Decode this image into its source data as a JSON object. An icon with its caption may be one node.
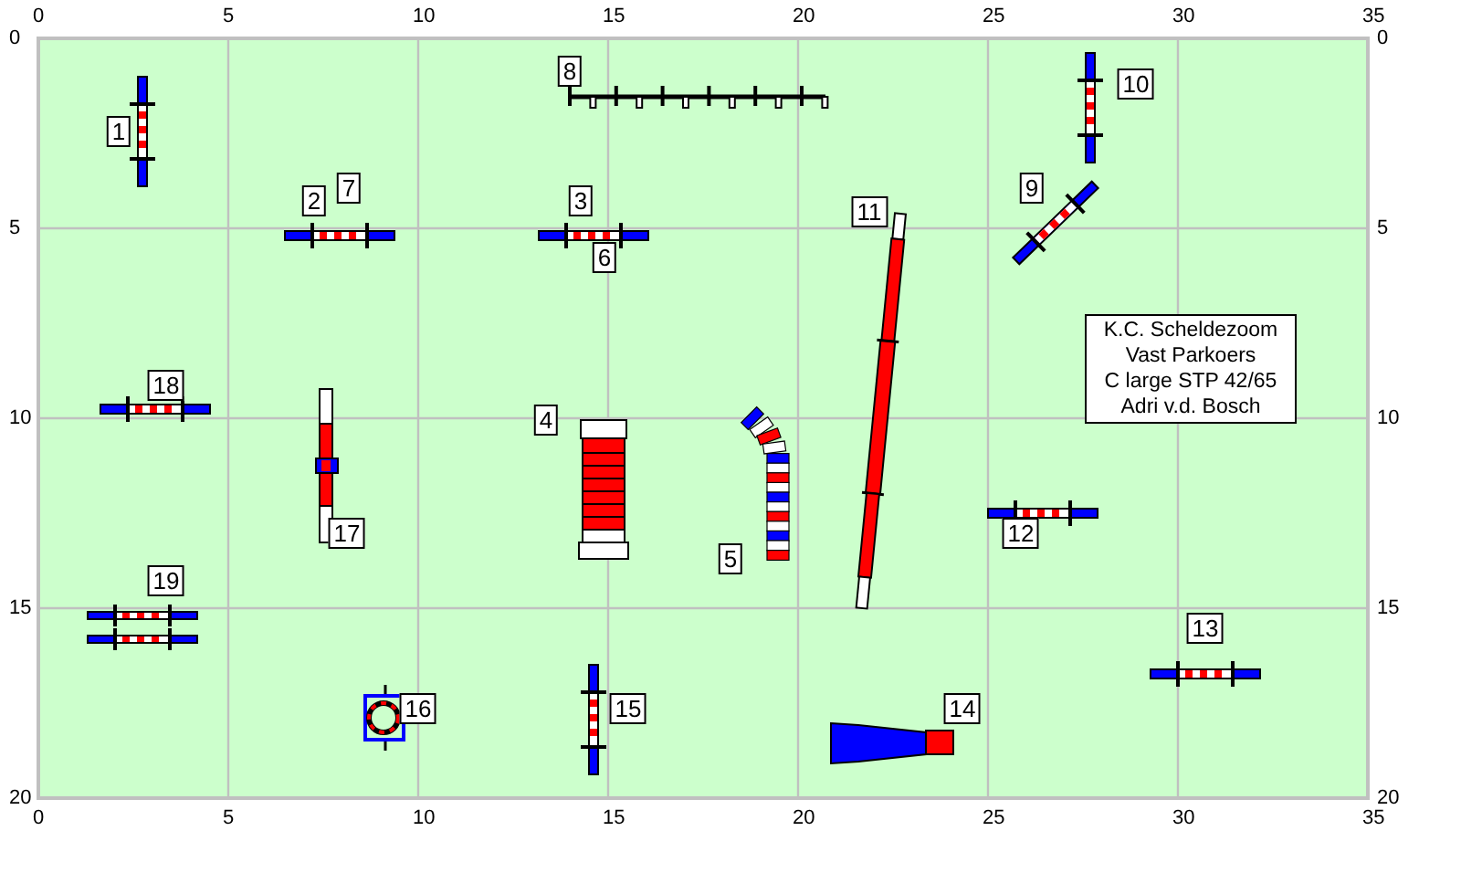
{
  "diagram": {
    "nodes": [
      {
        "text": [
          "K.C. Scheldezoom",
          "Vast Parkoers",
          "C large STP 42/65",
          "Adri v.d. Bosch"
        ]
      }
    ],
    "labels": [
      "0",
      "5",
      "10",
      "15",
      "20",
      "25",
      "30",
      "35",
      "0",
      "0",
      "5",
      "5",
      "10",
      "10",
      "15",
      "15",
      "20",
      "20",
      "0",
      "5",
      "10",
      "15",
      "20",
      "25",
      "30",
      "35",
      "8",
      "10",
      "1",
      "2",
      "7",
      "3",
      "9",
      "11",
      "6",
      "18",
      "4",
      "17",
      "12",
      "5",
      "19",
      "13",
      "16",
      "15",
      "14"
    ]
  }
}
